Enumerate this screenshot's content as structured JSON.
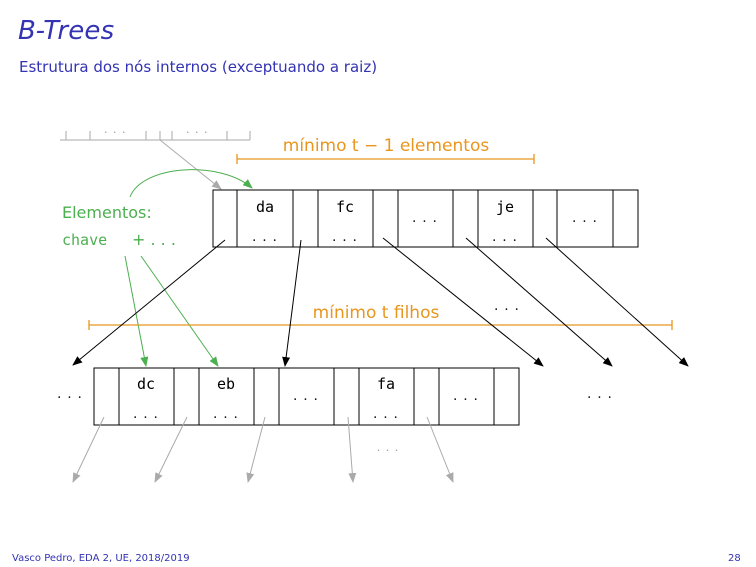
{
  "slide": {
    "title": "B-Trees",
    "subtitle": "Estrutura dos nós internos (exceptuando a raiz)",
    "footer": "Vasco Pedro, EDA 2, UE, 2018/2019",
    "page_number": "28"
  },
  "diagram": {
    "top_label": "mínimo t − 1 elementos",
    "children_label": "mínimo t filhos",
    "legend_title": "Elementos:",
    "legend_key": "chave",
    "legend_plus": "+ . . .",
    "ellipsis": ". . .",
    "upper_node_keys": [
      "da",
      "fc",
      ". . .",
      "je",
      ". . ."
    ],
    "lower_node_keys": [
      "dc",
      "eb",
      ". . .",
      "fa",
      ". . ."
    ],
    "colors": {
      "title": "#3333b3",
      "orange": "#e8961e",
      "green": "#4caf50",
      "gray": "#999999"
    }
  }
}
